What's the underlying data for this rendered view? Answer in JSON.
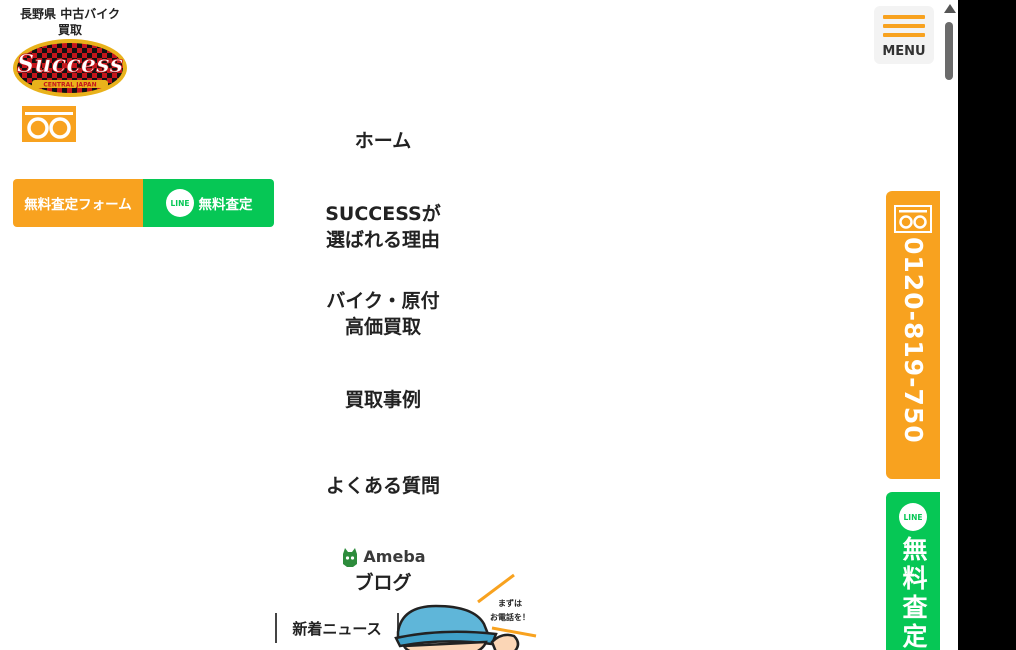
{
  "header": {
    "site_title_line1": "長野県 中古バイク",
    "site_title_line2": "買取",
    "logo_text": "Success",
    "logo_subtext": "CENTRAL JAPAN"
  },
  "cta": {
    "form_label": "無料査定フォーム",
    "line_badge": "LINE",
    "line_label": "無料査定"
  },
  "nav": {
    "items": [
      {
        "line1": "ホーム",
        "line2": ""
      },
      {
        "line1": "SUCCESSが",
        "line2": "選ばれる理由"
      },
      {
        "line1": "バイク・原付",
        "line2": "高価買取"
      },
      {
        "line1": "買取事例",
        "line2": ""
      },
      {
        "line1": "よくある質問",
        "line2": ""
      }
    ],
    "ameba_brand": "Ameba",
    "blog_label": "ブログ",
    "news_label": "新着ニュース"
  },
  "mascot": {
    "bubble_line1": "まずは",
    "bubble_line2": "お電話を！"
  },
  "menu": {
    "label": "MENU"
  },
  "side": {
    "phone_number": "0120-819-750",
    "line_badge": "LINE",
    "line_label": "無料査定"
  },
  "colors": {
    "orange": "#f8a21f",
    "green": "#06c755",
    "text": "#222222"
  }
}
